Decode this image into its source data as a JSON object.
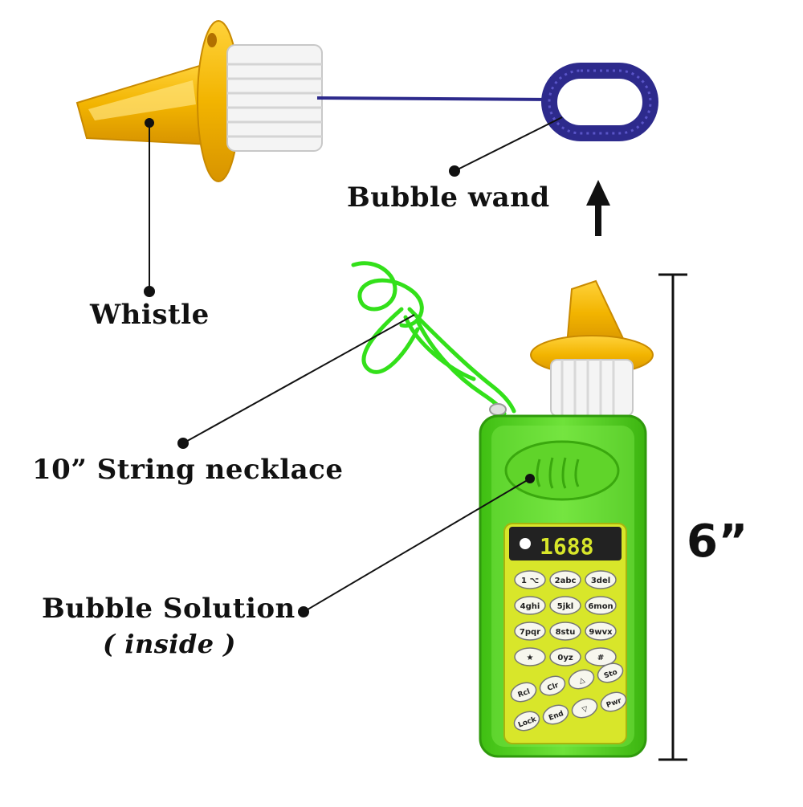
{
  "labels": {
    "bubble_wand": "Bubble wand",
    "whistle": "Whistle",
    "string_necklace": "10” String necklace",
    "bubble_solution": "Bubble Solution",
    "inside": "( inside )",
    "height": "6”"
  },
  "phone": {
    "display_number": "1688",
    "keys": [
      "1 ⌥",
      "2abc",
      "3del",
      "4ghi",
      "5jkl",
      "6mon",
      "7pqr",
      "8stu",
      "9wvx",
      "★",
      "0yz",
      "#",
      "Rcl",
      "Clr",
      "△",
      "Sto",
      "Lock",
      "End",
      "▽",
      "Pwr"
    ]
  },
  "colors": {
    "whistle_yellow": "#f2b400",
    "cap_white": "#f4f4f4",
    "wand_blue": "#2d2a8c",
    "phone_green": "#52d21e",
    "screen_yellow": "#d8e62a",
    "string_green": "#33e01a",
    "ink": "#111111"
  }
}
